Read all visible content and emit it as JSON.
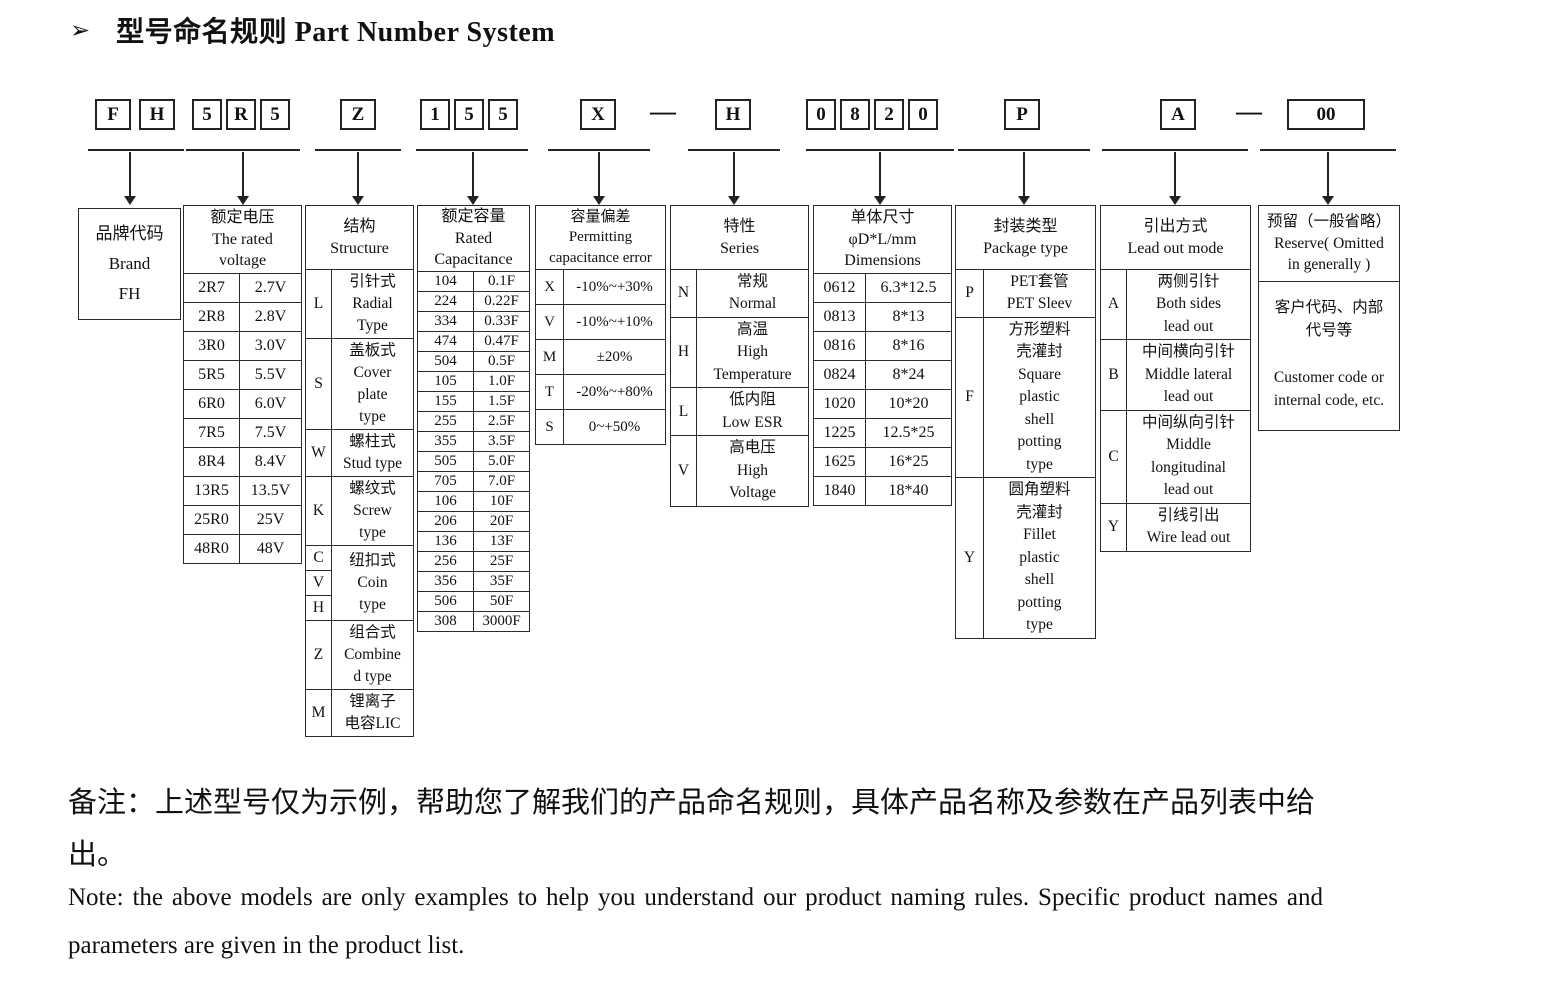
{
  "title": {
    "bullet": "➢",
    "text": "型号命名规则 Part Number System"
  },
  "code_row": {
    "brand_chars": [
      "F",
      "H"
    ],
    "voltage_chars": [
      "5",
      "R",
      "5"
    ],
    "structure_chars": [
      "Z"
    ],
    "capacitance_chars": [
      "1",
      "5",
      "5"
    ],
    "error_chars": [
      "X"
    ],
    "dash1": "—",
    "series_chars": [
      "H"
    ],
    "dimensions_chars": [
      "0",
      "8",
      "2",
      "0"
    ],
    "package_chars": [
      "P"
    ],
    "leadout_chars": [
      "A"
    ],
    "dash2": "—",
    "reserve_chars": [
      "00"
    ]
  },
  "brand": {
    "label": "品牌代码\nBrand\nFH"
  },
  "voltage": {
    "header": "额定电压\nThe rated\nvoltage",
    "rows": [
      {
        "code": "2R7",
        "value": "2.7V"
      },
      {
        "code": "2R8",
        "value": "2.8V"
      },
      {
        "code": "3R0",
        "value": "3.0V"
      },
      {
        "code": "5R5",
        "value": "5.5V"
      },
      {
        "code": "6R0",
        "value": "6.0V"
      },
      {
        "code": "7R5",
        "value": "7.5V"
      },
      {
        "code": "8R4",
        "value": "8.4V"
      },
      {
        "code": "13R5",
        "value": "13.5V"
      },
      {
        "code": "25R0",
        "value": "25V"
      },
      {
        "code": "48R0",
        "value": "48V"
      }
    ]
  },
  "structure": {
    "header": "结构\nStructure",
    "rows": [
      {
        "code": "L",
        "label": "引针式\nRadial\nType"
      },
      {
        "code": "S",
        "label": "盖板式\nCover\nplate\ntype"
      },
      {
        "code": "W",
        "label": "螺柱式\nStud type"
      },
      {
        "code": "K",
        "label": "螺纹式\nScrew\ntype"
      }
    ],
    "coin": {
      "codes": [
        "C",
        "V",
        "H"
      ],
      "label": "纽扣式\nCoin\ntype"
    },
    "rows2": [
      {
        "code": "Z",
        "label": "组合式\nCombine\nd type"
      },
      {
        "code": "M",
        "label": "锂离子\n电容LIC"
      }
    ]
  },
  "capacitance": {
    "header": "额定容量\nRated\nCapacitance",
    "rows": [
      {
        "code": "104",
        "value": "0.1F"
      },
      {
        "code": "224",
        "value": "0.22F"
      },
      {
        "code": "334",
        "value": "0.33F"
      },
      {
        "code": "474",
        "value": "0.47F"
      },
      {
        "code": "504",
        "value": "0.5F"
      },
      {
        "code": "105",
        "value": "1.0F"
      },
      {
        "code": "155",
        "value": "1.5F"
      },
      {
        "code": "255",
        "value": "2.5F"
      },
      {
        "code": "355",
        "value": "3.5F"
      },
      {
        "code": "505",
        "value": "5.0F"
      },
      {
        "code": "705",
        "value": "7.0F"
      },
      {
        "code": "106",
        "value": "10F"
      },
      {
        "code": "206",
        "value": "20F"
      },
      {
        "code": "136",
        "value": "13F"
      },
      {
        "code": "256",
        "value": "25F"
      },
      {
        "code": "356",
        "value": "35F"
      },
      {
        "code": "506",
        "value": "50F"
      },
      {
        "code": "308",
        "value": "3000F"
      }
    ]
  },
  "error": {
    "header": "容量偏差\nPermitting\ncapacitance error",
    "rows": [
      {
        "code": "X",
        "value": "-10%~+30%"
      },
      {
        "code": "V",
        "value": "-10%~+10%"
      },
      {
        "code": "M",
        "value": "±20%"
      },
      {
        "code": "T",
        "value": "-20%~+80%"
      },
      {
        "code": "S",
        "value": "0~+50%"
      }
    ]
  },
  "series": {
    "header": "特性\nSeries",
    "rows": [
      {
        "code": "N",
        "label": "常规\nNormal"
      },
      {
        "code": "H",
        "label": "高温\nHigh\nTemperature"
      },
      {
        "code": "L",
        "label": "低内阻\nLow ESR"
      },
      {
        "code": "V",
        "label": "高电压\nHigh\nVoltage"
      }
    ]
  },
  "dimensions": {
    "header": "单体尺寸\nφD*L/mm\nDimensions",
    "rows": [
      {
        "code": "0612",
        "value": "6.3*12.5"
      },
      {
        "code": "0813",
        "value": "8*13"
      },
      {
        "code": "0816",
        "value": "8*16"
      },
      {
        "code": "0824",
        "value": "8*24"
      },
      {
        "code": "1020",
        "value": "10*20"
      },
      {
        "code": "1225",
        "value": "12.5*25"
      },
      {
        "code": "1625",
        "value": "16*25"
      },
      {
        "code": "1840",
        "value": "18*40"
      }
    ]
  },
  "package": {
    "header": "封装类型\nPackage type",
    "rows": [
      {
        "code": "P",
        "label": "PET套管\nPET Sleev"
      },
      {
        "code": "F",
        "label": "方形塑料\n壳灌封\nSquare\nplastic\nshell\npotting\ntype"
      },
      {
        "code": "Y",
        "label": "圆角塑料\n壳灌封\nFillet\nplastic\nshell\npotting\ntype"
      }
    ]
  },
  "leadout": {
    "header": "引出方式\nLead out mode",
    "rows": [
      {
        "code": "A",
        "label": "两侧引针\nBoth sides\nlead out"
      },
      {
        "code": "B",
        "label": "中间横向引针\nMiddle lateral\nlead out"
      },
      {
        "code": "C",
        "label": "中间纵向引针\nMiddle\nlongitudinal\nlead out"
      },
      {
        "code": "Y",
        "label": "引线引出\nWire lead out"
      }
    ]
  },
  "reserve": {
    "header": "预留（一般省略）\nReserve( Omitted\nin generally )",
    "body": "客户代码、内部\n代号等\n\nCustomer code or\ninternal code, etc."
  },
  "notes": {
    "cn": "备注：上述型号仅为示例，帮助您了解我们的产品命名规则，具体产品名称及参数在产品列表中给出。",
    "en": "Note: the above models are only examples to help you understand our product naming rules. Specific product names and parameters are given in the product list."
  }
}
